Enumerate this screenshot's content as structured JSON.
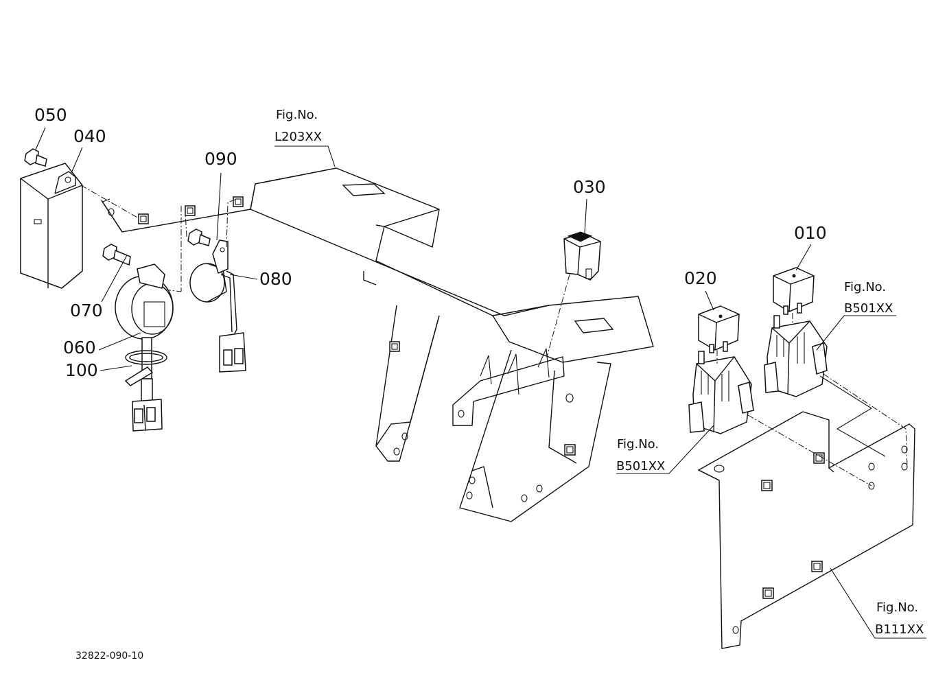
{
  "labels": {
    "p010": "010",
    "p020": "020",
    "p030": "030",
    "p040": "040",
    "p050": "050",
    "p060": "060",
    "p070": "070",
    "p080": "080",
    "p090": "090",
    "p100": "100"
  },
  "figrefs": {
    "fig_l203": {
      "caption": "Fig.No.",
      "code": "L203XX"
    },
    "fig_b501_right": {
      "caption": "Fig.No.",
      "code": "B501XX"
    },
    "fig_b501_left": {
      "caption": "Fig.No.",
      "code": "B501XX"
    },
    "fig_b111": {
      "caption": "Fig.No.",
      "code": "B111XX"
    }
  },
  "drawing_ref": "32822-090-10"
}
